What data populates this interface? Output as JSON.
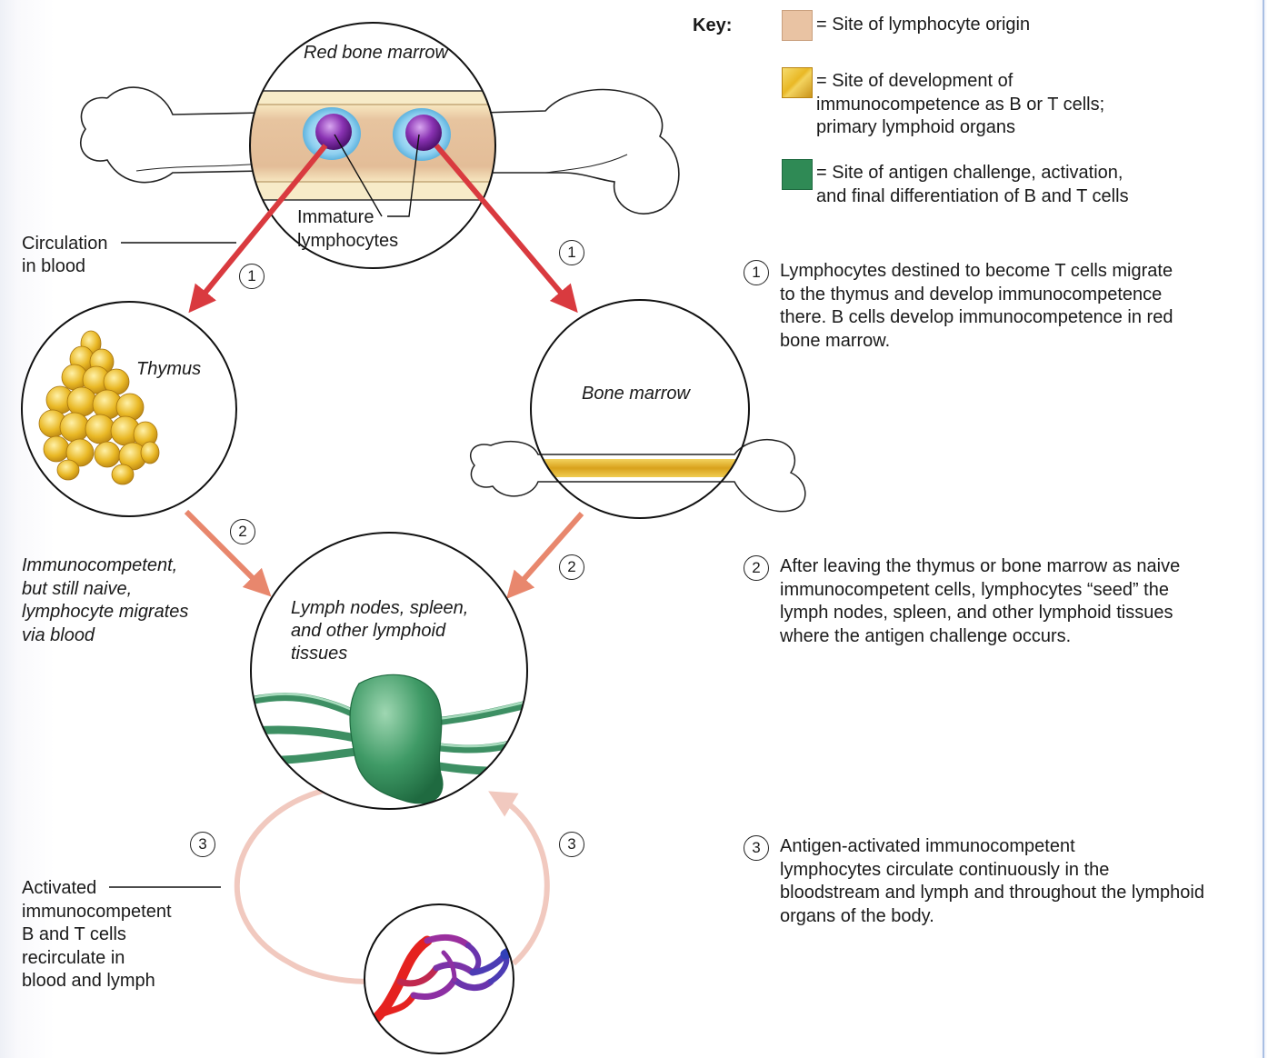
{
  "key": {
    "title": "Key:",
    "items": [
      {
        "text": "= Site of lymphocyte origin",
        "color": "#e9c3a3"
      },
      {
        "text": "= Site of development of\n  immunocompetence as B or T cells;\n  primary lymphoid organs",
        "color": "#e9b825"
      },
      {
        "text": "= Site of antigen challenge, activation,\n  and final differentiation of B and T cells",
        "color": "#2f8a55"
      }
    ]
  },
  "circles": {
    "red_bone_marrow": "Red bone marrow",
    "immature_lymphocytes": "Immature\nlymphocytes",
    "thymus": "Thymus",
    "bone_marrow": "Bone marrow",
    "lymph_nodes": "Lymph nodes, spleen,\nand other lymphoid\ntissues"
  },
  "labels": {
    "circulation": "Circulation\nin blood",
    "naive": "Immunocompetent,\nbut still naive,\nlymphocyte migrates\nvia blood",
    "activated": "Activated\nimmunocompetent\nB and T cells\nrecirculate in\nblood and lymph"
  },
  "steps": [
    {
      "number": "1",
      "text": "Lymphocytes destined to become T cells migrate\nto the thymus and develop immunocompetence\nthere. B cells develop immunocompetence in red\nbone marrow."
    },
    {
      "number": "2",
      "text": "After leaving the thymus or bone marrow as naive\nimmunocompetent cells, lymphocytes “seed” the\nlymph nodes, spleen, and other lymphoid tissues\nwhere the antigen challenge occurs."
    },
    {
      "number": "3",
      "text": "Antigen-activated immunocompetent\nlymphocytes circulate continuously in the\nbloodstream and lymph and throughout the lymphoid\norgans of the body."
    }
  ],
  "colors": {
    "arrow_red": "#d93a3f",
    "arrow_salmon": "#e8876d",
    "recirc_pink": "#f1c9bf",
    "thymus_yellow": "#e9b825",
    "lymph_green": "#2f8a55",
    "lymphocyte_purple": "#7b2a9e"
  }
}
